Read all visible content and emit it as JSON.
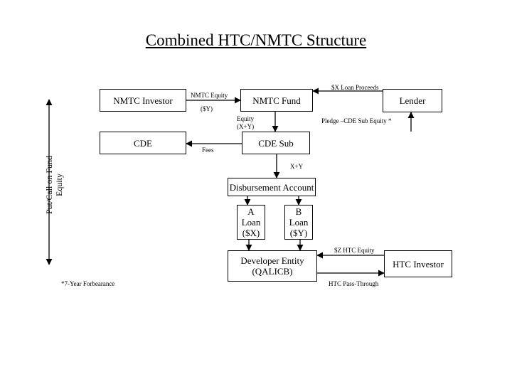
{
  "title": "Combined HTC/NMTC Structure",
  "boxes": {
    "nmtc_investor": "NMTC Investor",
    "nmtc_fund": "NMTC Fund",
    "lender": "Lender",
    "cde": "CDE",
    "cde_sub": "CDE Sub",
    "disbursement": "Disbursement Account",
    "a_loan": "A\nLoan\n($X)",
    "b_loan": "B\nLoan\n($Y)",
    "developer": "Developer Entity\n(QALICB)",
    "htc_investor": "HTC Investor"
  },
  "labels": {
    "nmtc_equity": "NMTC Equity",
    "sy": "($Y)",
    "loan_proceeds": "$X Loan Proceeds",
    "equity_xy": "Equity\n(X+Y)",
    "pledge": "Pledge –CDE Sub Equity *",
    "fees": "Fees",
    "x_plus_y": "X+Y",
    "htc_equity": "$Z HTC Equity",
    "htc_pass": "HTC Pass-Through",
    "forbearance": "*7-Year Forbearance",
    "put_call": "Put/Call on Fund\nEquity"
  }
}
